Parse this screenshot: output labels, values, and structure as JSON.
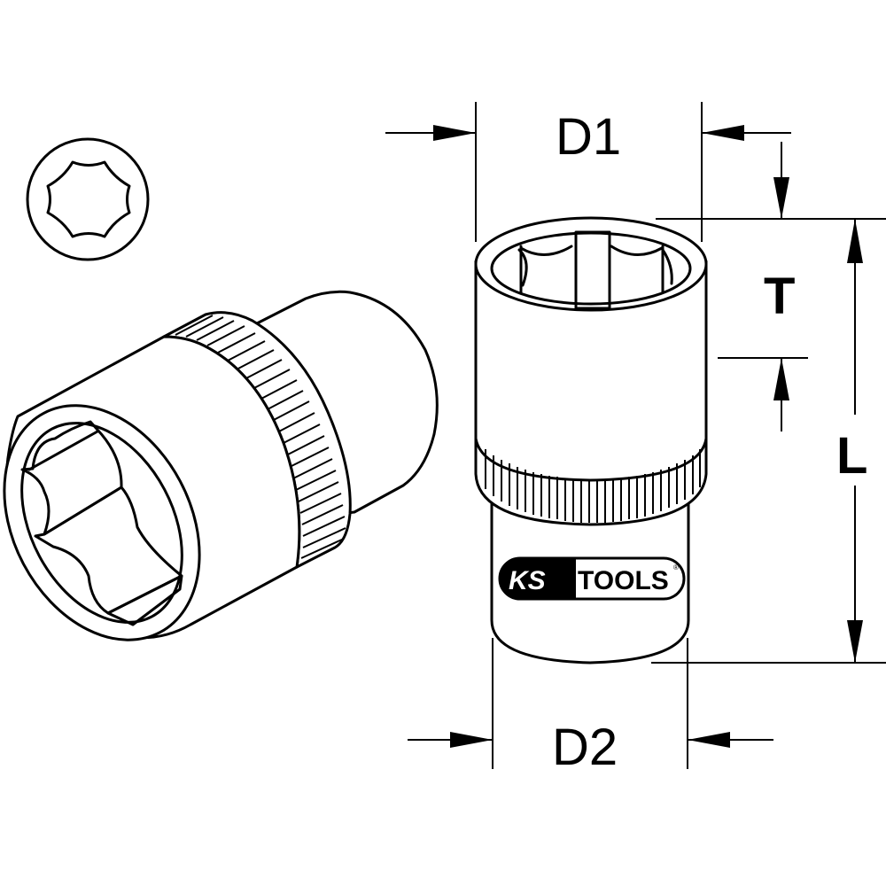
{
  "drawing": {
    "type": "technical-drawing",
    "subject": "hex socket (6-point)",
    "line_color": "#000000",
    "background": "#ffffff"
  },
  "dimensions": {
    "d1": {
      "label": "D1"
    },
    "d2": {
      "label": "D2"
    },
    "t": {
      "label": "T"
    },
    "l": {
      "label": "L"
    }
  },
  "logo": {
    "ks": "KS",
    "tools": "TOOLS",
    "registered": "®"
  },
  "views": {
    "end_view": "end-view-hex-profile",
    "isometric_view": "isometric-socket",
    "side_view": "side-view-socket"
  }
}
